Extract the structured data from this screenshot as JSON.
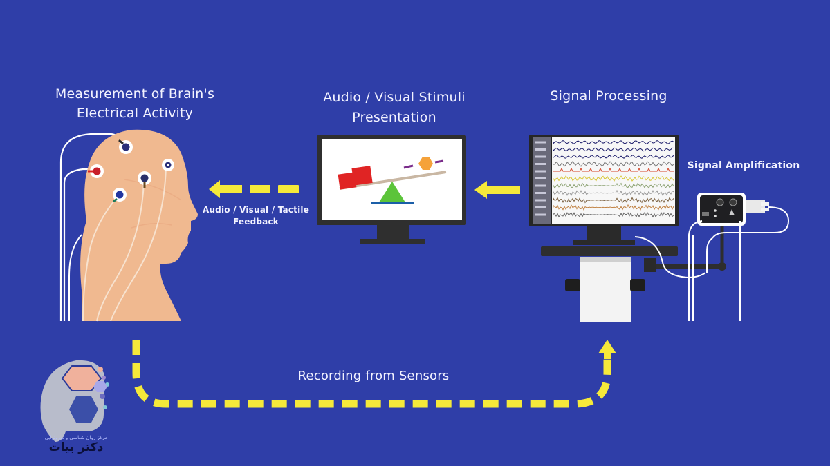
{
  "diagram": {
    "title": "Neurofeedback / BCI loop",
    "background_color": "#2f3ea8",
    "accent_color": "#f5e93a",
    "stages": [
      {
        "id": "brain",
        "label": "Measurement of Brain's Electrical Activity",
        "lines": [
          "Measurement of Brain's",
          "Electrical Activity"
        ]
      },
      {
        "id": "stimuli",
        "label": "Audio / Visual Stimuli Presentation",
        "lines": [
          "Audio / Visual Stimuli",
          "Presentation"
        ]
      },
      {
        "id": "processing",
        "label": "Signal Processing",
        "lines": [
          "Signal Processing"
        ]
      },
      {
        "id": "amplification",
        "label": "Signal Amplification",
        "lines": [
          "Signal Amplification"
        ]
      }
    ],
    "edges": [
      {
        "from": "brain",
        "to": "processing",
        "label": "Recording from Sensors",
        "style": "dashed-arrow"
      },
      {
        "from": "processing",
        "to": "stimuli",
        "label": "",
        "style": "arrow"
      },
      {
        "from": "stimuli",
        "to": "brain",
        "label": "Audio / Visual / Tactile Feedback",
        "lines": [
          "Audio / Visual / Tactile",
          "Feedback"
        ],
        "style": "dashed-arrow"
      }
    ],
    "icons": [
      "head-with-electrodes-icon",
      "seesaw-monitor-icon",
      "eeg-monitor-icon",
      "amplifier-icon"
    ]
  },
  "logo": {
    "subtitle": "مرکز روان شناسی و نوروتراپی",
    "name": "دکتر بیات"
  }
}
